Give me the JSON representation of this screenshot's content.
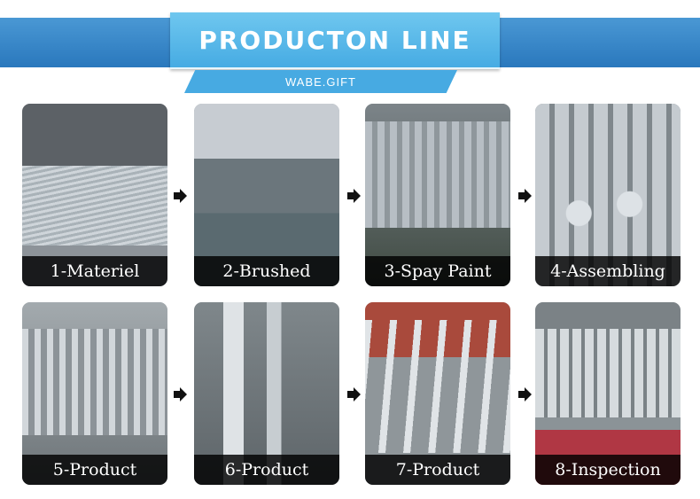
{
  "header": {
    "title": "PRODUCTON LINE",
    "subtitle": "WABE.GIFT"
  },
  "steps": [
    {
      "label": "1-Materiel",
      "photo_desc_icon": "aluminum-tubes-photo"
    },
    {
      "label": "2-Brushed",
      "photo_desc_icon": "brushing-workshop-photo"
    },
    {
      "label": "3-Spay Paint",
      "photo_desc_icon": "spray-paint-photo"
    },
    {
      "label": "4-Assembling",
      "photo_desc_icon": "assembling-photo"
    },
    {
      "label": "5-Product",
      "photo_desc_icon": "product-posts-photo"
    },
    {
      "label": "6-Product",
      "photo_desc_icon": "product-stands-photo"
    },
    {
      "label": "7-Product",
      "photo_desc_icon": "product-ashtrays-photo"
    },
    {
      "label": "8-Inspection",
      "photo_desc_icon": "inspection-photo"
    }
  ],
  "colors": {
    "band": "#2a78bd",
    "title_box": "#46abe3",
    "caption_bg": "#000000",
    "arrow": "#111111"
  }
}
